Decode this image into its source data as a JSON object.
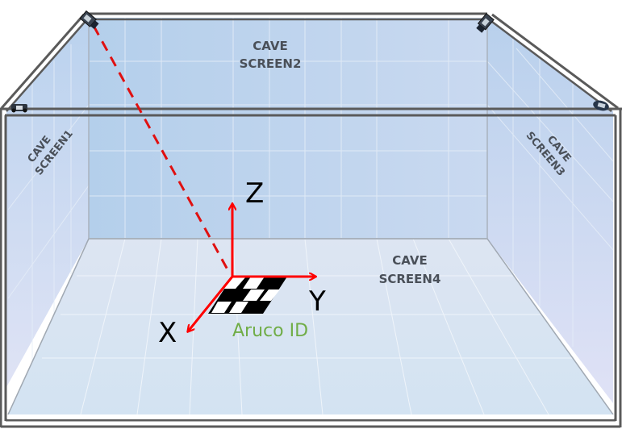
{
  "diagram": {
    "title": "",
    "screens": {
      "left": {
        "line1": "CAVE",
        "line2": "SCREEN1"
      },
      "back": {
        "line1": "CAVE",
        "line2": "SCREEN2"
      },
      "right": {
        "line1": "CAVE",
        "line2": "SCREEN3"
      },
      "floor": {
        "line1": "CAVE",
        "line2": "SCREEN4"
      }
    },
    "axes": {
      "x": "X",
      "y": "Y",
      "z": "Z"
    },
    "marker_label": "Aruco ID",
    "cameras": [
      "camera-top-left",
      "camera-top-right",
      "camera-left",
      "camera-right"
    ],
    "colors": {
      "axis": "#ff0000",
      "ray": "#e01010",
      "marker_label": "#70ad47",
      "screen_text": "#4a5059",
      "frame": "#5a5a5a",
      "wall": "#b8d1ec",
      "floor": "#d8e3f2"
    }
  }
}
